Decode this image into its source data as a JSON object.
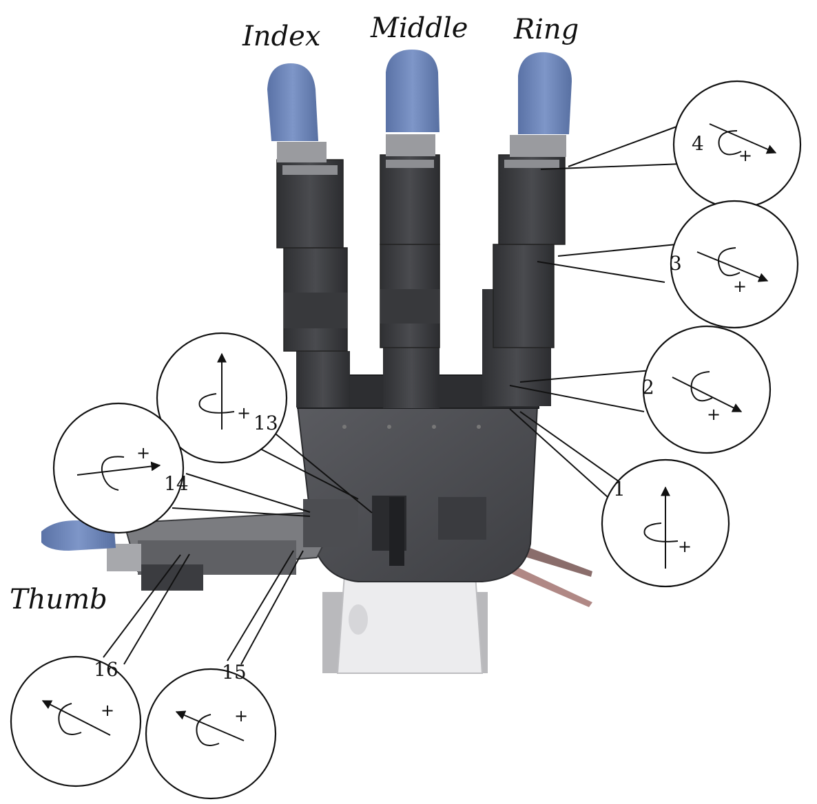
{
  "fingers": {
    "index_label": "Index",
    "middle_label": "Middle",
    "ring_label": "Ring",
    "thumb_label": "Thumb"
  },
  "joints": {
    "j1": {
      "number": "1",
      "sign": "+"
    },
    "j2": {
      "number": "2",
      "sign": "+"
    },
    "j3": {
      "number": "3",
      "sign": "+"
    },
    "j4": {
      "number": "4",
      "sign": "+"
    },
    "j13": {
      "number": "13",
      "sign": "+"
    },
    "j14": {
      "number": "14",
      "sign": "+"
    },
    "j15": {
      "number": "15",
      "sign": "+"
    },
    "j16": {
      "number": "16",
      "sign": "+"
    }
  },
  "colors": {
    "fingertip": "#6f86b8",
    "servo_dark": "#3c3d40",
    "servo_mid": "#55565a",
    "palm": "#4a4b4f",
    "base": "#e8e8ea",
    "line": "#111111"
  },
  "icons": [
    "rotation-axis-icon",
    "robot-hand-photo"
  ]
}
